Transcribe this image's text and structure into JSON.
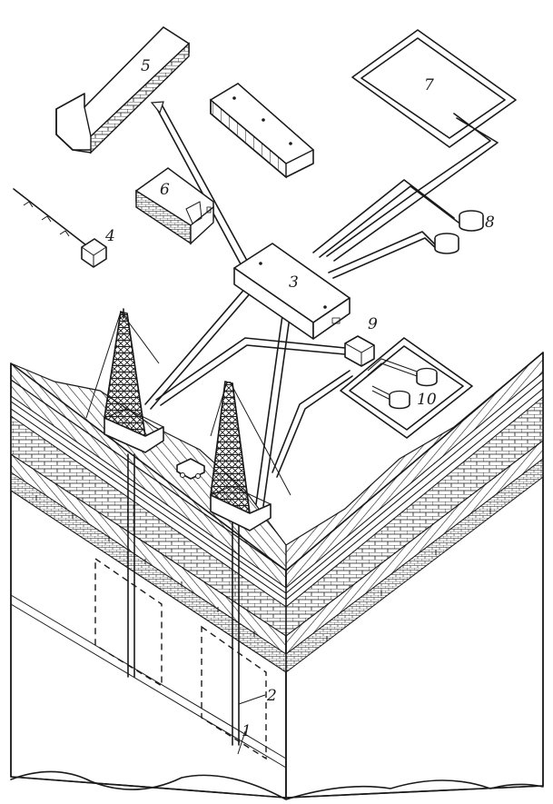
{
  "labels": {
    "n1": "1",
    "n2": "2",
    "n3": "3",
    "n4": "4",
    "n5": "5",
    "n6": "6",
    "n7": "7",
    "n8": "8",
    "n9": "9",
    "n10": "10"
  },
  "colors": {
    "ink": "#1a1a1a",
    "paper": "#ffffff"
  }
}
